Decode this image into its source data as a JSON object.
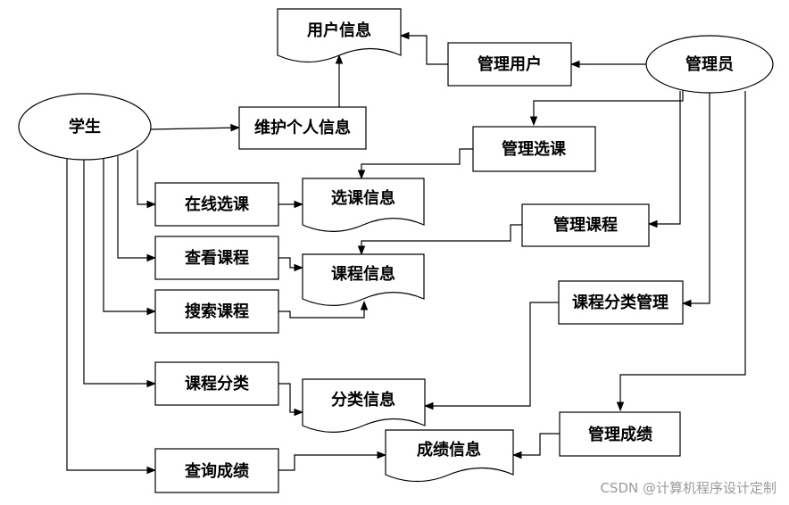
{
  "actors": {
    "student": "学生",
    "admin": "管理员"
  },
  "processes": {
    "maintain_info": "维护个人信息",
    "online_select": "在线选课",
    "view_course": "查看课程",
    "search_course": "搜索课程",
    "course_category": "课程分类",
    "query_grade": "查询成绩",
    "manage_user": "管理用户",
    "manage_selection": "管理选课",
    "manage_course": "管理课程",
    "category_manage": "课程分类管理",
    "manage_grade": "管理成绩"
  },
  "data_stores": {
    "user_info": "用户信息",
    "selection_info": "选课信息",
    "course_info": "课程信息",
    "category_info": "分类信息",
    "grade_info": "成绩信息"
  },
  "watermark": "CSDN @计算机程序设计定制"
}
